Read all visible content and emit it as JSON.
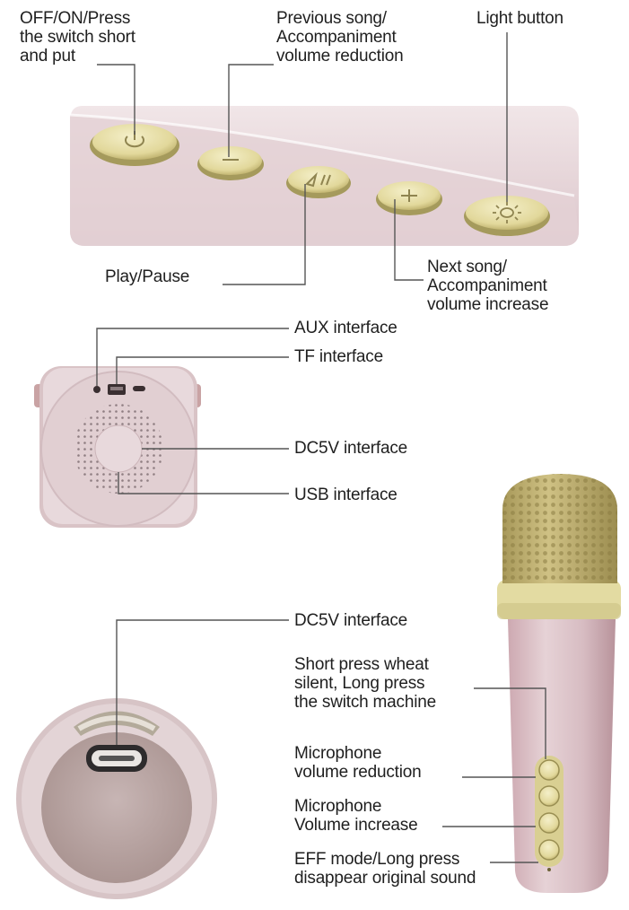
{
  "colors": {
    "body_pink": "#d9c1c6",
    "body_pink_light": "#ecdfe2",
    "button_gold": "#e7dfa6",
    "button_gold_dark": "#b5a867",
    "mesh_gold": "#bfb06a",
    "leader_line": "#555555"
  },
  "icons": {
    "power": "power-icon",
    "previous": "minus-icon",
    "play_pause": "play-pause-icon",
    "next": "plus-icon",
    "light": "sun-icon",
    "usb_c": "usb-c-port-icon"
  },
  "top_panel": {
    "power_label": "OFF/ON/Press\nthe switch short\nand put",
    "previous_label": "Previous song/\nAccompaniment\nvolume reduction",
    "light_label": "Light button",
    "play_pause_label": "Play/Pause",
    "next_label": "Next song/\nAccompaniment\nvolume increase"
  },
  "speaker_side": {
    "aux_label": "AUX interface",
    "tf_label": "TF interface",
    "dc_label": "DC5V interface",
    "usb_label": "USB interface"
  },
  "mic_bottom": {
    "dc_label": "DC5V interface"
  },
  "microphone": {
    "wheat_label": "Short press wheat\nsilent, Long press\nthe switch machine",
    "vol_down_label": "Microphone\nvolume reduction",
    "vol_up_label": "Microphone\nVolume increase",
    "eff_label": "EFF mode/Long press\ndisappear original sound"
  }
}
